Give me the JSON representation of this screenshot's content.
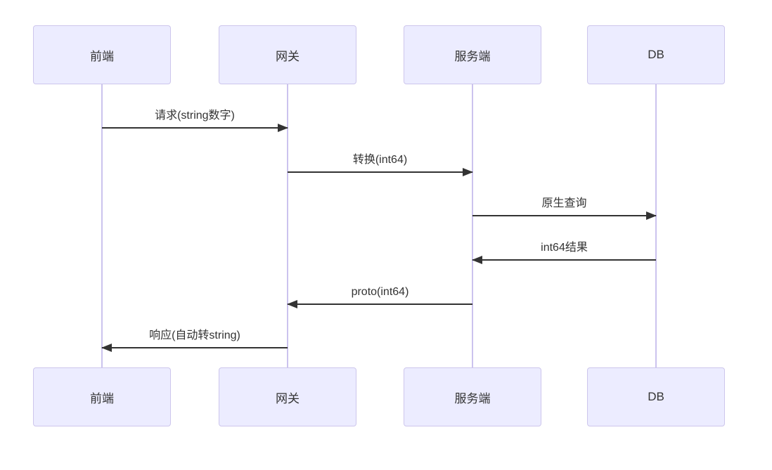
{
  "diagram": {
    "type": "sequence-diagram",
    "actors": [
      {
        "id": "frontend",
        "label": "前端"
      },
      {
        "id": "gateway",
        "label": "网关"
      },
      {
        "id": "server",
        "label": "服务端"
      },
      {
        "id": "db",
        "label": "DB"
      }
    ],
    "messages": [
      {
        "from": "前端",
        "to": "网关",
        "label": "请求(string数字)",
        "direction": "right"
      },
      {
        "from": "网关",
        "to": "服务端",
        "label": "转换(int64)",
        "direction": "right"
      },
      {
        "from": "服务端",
        "to": "DB",
        "label": "原生查询",
        "direction": "right"
      },
      {
        "from": "DB",
        "to": "服务端",
        "label": "int64结果",
        "direction": "left"
      },
      {
        "from": "服务端",
        "to": "网关",
        "label": "proto(int64)",
        "direction": "left"
      },
      {
        "from": "网关",
        "to": "前端",
        "label": "响应(自动转string)",
        "direction": "left"
      }
    ],
    "colors": {
      "actor_fill": "#ECECFF",
      "actor_border": "#CDC6EC",
      "lifeline": "#CBC3EE",
      "arrow": "#333333",
      "text": "#333333",
      "background": "#FFFFFF"
    }
  }
}
